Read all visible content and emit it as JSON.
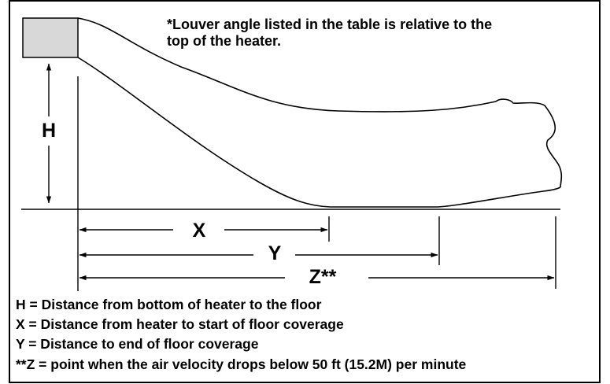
{
  "note": {
    "line1": "*Louver angle listed in the table is relative to the",
    "line2": "top of the heater."
  },
  "dimensions": {
    "h": "H",
    "x": "X",
    "y": "Y",
    "z": "Z**"
  },
  "legend": [
    "H = Distance from bottom of heater to the floor",
    "X = Distance from heater to start of floor coverage",
    "Y = Distance to end of floor coverage",
    "**Z = point when the air velocity drops below 50 ft (15.2M) per minute"
  ]
}
